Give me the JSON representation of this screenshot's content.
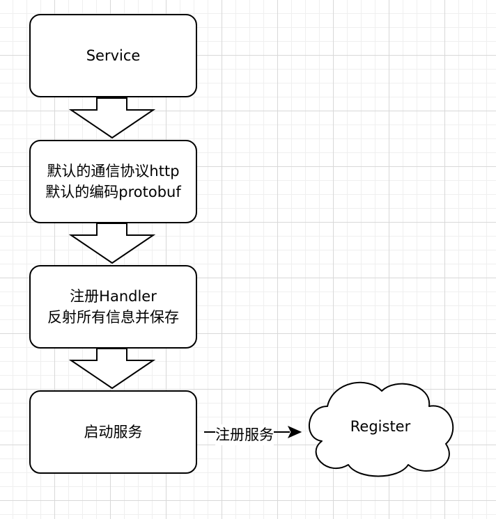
{
  "diagram": {
    "nodes": {
      "service": {
        "lines": [
          "Service"
        ]
      },
      "protocol": {
        "lines": [
          "默认的通信协议http",
          "默认的编码protobuf"
        ]
      },
      "handler": {
        "lines": [
          "注册Handler",
          "反射所有信息并保存"
        ]
      },
      "start": {
        "lines": [
          "启动服务"
        ]
      },
      "register": {
        "label": "Register",
        "shape": "cloud"
      }
    },
    "edges": {
      "register_edge": {
        "label": "注册服务"
      }
    }
  }
}
